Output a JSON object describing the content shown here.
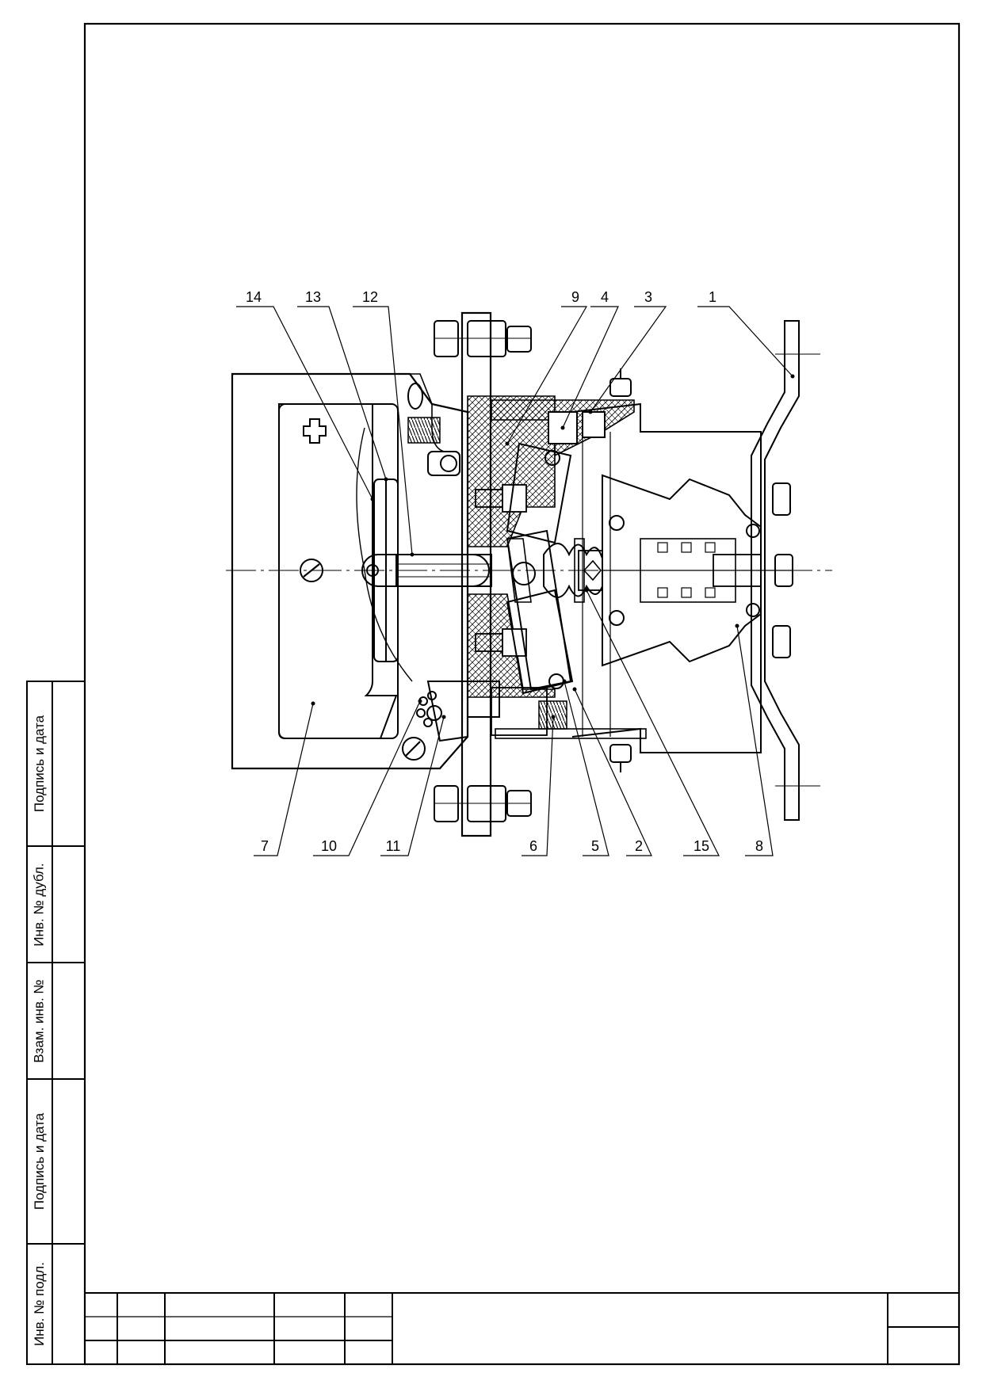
{
  "side_stamp": [
    "Инв. № подл.",
    "Подпись и дата",
    "Взам. инв. №",
    "Инв. № дубл.",
    "Подпись и дата"
  ],
  "callouts_top": [
    "14",
    "13",
    "12",
    "9",
    "4",
    "3",
    "1"
  ],
  "callouts_bottom": [
    "7",
    "10",
    "11",
    "6",
    "5",
    "2",
    "15",
    "8"
  ],
  "plus_symbol": "+",
  "title_block": {}
}
